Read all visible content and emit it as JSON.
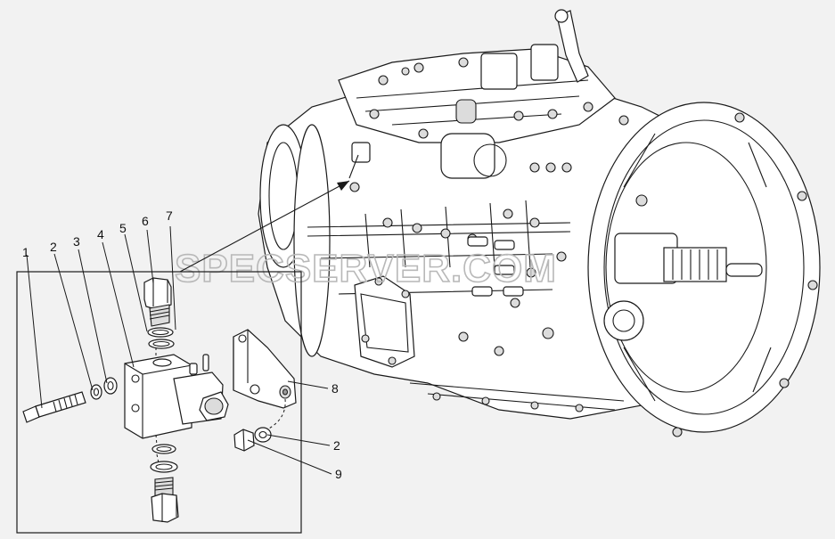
{
  "watermark": "SPECSERVER.COM",
  "callouts": [
    {
      "id": "c1",
      "text": "1"
    },
    {
      "id": "c2",
      "text": "2"
    },
    {
      "id": "c3",
      "text": "3"
    },
    {
      "id": "c4",
      "text": "4"
    },
    {
      "id": "c5",
      "text": "5"
    },
    {
      "id": "c6",
      "text": "6"
    },
    {
      "id": "c7",
      "text": "7"
    },
    {
      "id": "c8",
      "text": "8"
    },
    {
      "id": "c2b",
      "text": "2"
    },
    {
      "id": "c9",
      "text": "9"
    }
  ]
}
